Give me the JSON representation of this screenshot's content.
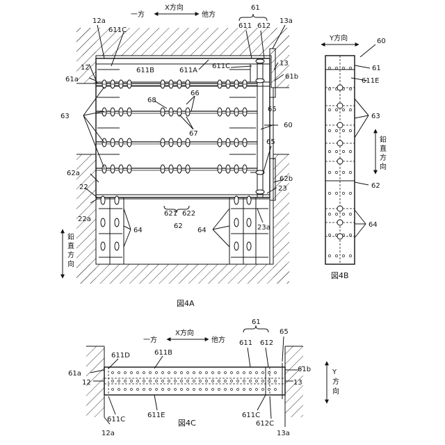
{
  "captions": {
    "fig4a": "図4A",
    "fig4b": "図4B",
    "fig4c": "図4C"
  },
  "directions": {
    "x_dir": "X方向",
    "one_side": "一方",
    "other_side": "他方",
    "y_dir": "Y方向",
    "vertical_chars": [
      "鉛",
      "直",
      "方",
      "向"
    ],
    "y_dir_4c_chars": [
      "Y",
      "方",
      "向"
    ]
  },
  "fig4a_labels": {
    "l12a": "12a",
    "l611C_tl": "611C",
    "l61": "61",
    "l611": "611",
    "l612": "612",
    "l13a": "13a",
    "l12": "12",
    "l611B": "611B",
    "l611A": "611A",
    "l611C_tr": "611C",
    "l13": "13",
    "l61a": "61a",
    "l61b": "61b",
    "l66": "66",
    "l68": "68",
    "l67": "67",
    "l63": "63",
    "l65_top": "65",
    "l60": "60",
    "l65_mid": "65",
    "l62a": "62a",
    "l62b": "62b",
    "l22": "22",
    "l23": "23",
    "l22a": "22a",
    "l621": "621",
    "l622": "622",
    "l62": "62",
    "l64_left": "64",
    "l64_right": "64",
    "l23a": "23a"
  },
  "fig4b_labels": {
    "l60": "60",
    "l61": "61",
    "l611E": "611E",
    "l63": "63",
    "l62": "62",
    "l64": "64"
  },
  "fig4c_labels": {
    "l61": "61",
    "l65": "65",
    "l611": "611",
    "l612": "612",
    "l61a": "61a",
    "l611D": "611D",
    "l611B": "611B",
    "l61b": "61b",
    "l12": "12",
    "l13": "13",
    "l611C_l": "611C",
    "l611E": "611E",
    "l611C_r": "611C",
    "l612C": "612C",
    "l12a": "12a",
    "l13a": "13a"
  }
}
